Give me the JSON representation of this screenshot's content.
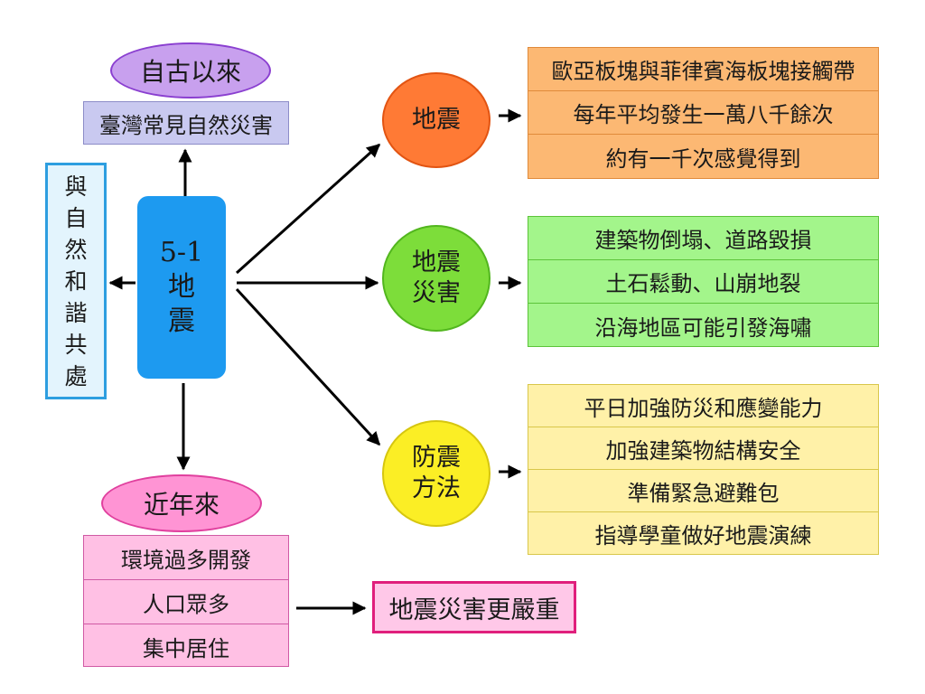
{
  "center": {
    "lines": [
      "5-1",
      "地",
      "震"
    ]
  },
  "top": {
    "oval": "自古以來",
    "box": "臺灣常見自然災害"
  },
  "left": {
    "chars": [
      "與",
      "自",
      "然",
      "和",
      "諧",
      "共",
      "處"
    ]
  },
  "bottom": {
    "oval": "近年來",
    "items": [
      "環境過多開發",
      "人口眾多",
      "集中居住"
    ],
    "result": "地震災害更嚴重"
  },
  "branches": [
    {
      "circle": [
        "地震"
      ],
      "items": [
        "歐亞板塊與菲律賓海板塊接觸帶",
        "每年平均發生一萬八千餘次",
        "約有一千次感覺得到"
      ]
    },
    {
      "circle": [
        "地震",
        "災害"
      ],
      "items": [
        "建築物倒塌、道路毀損",
        "土石鬆動、山崩地裂",
        "沿海地區可能引發海嘯"
      ]
    },
    {
      "circle": [
        "防震",
        "方法"
      ],
      "items": [
        "平日加強防災和應變能力",
        "加強建築物結構安全",
        "準備緊急避難包",
        "指導學童做好地震演練"
      ]
    }
  ],
  "colors": {
    "main": "#1d9af0",
    "branch1": "#ff7a35",
    "branch2": "#7ddd3a",
    "branch3": "#fbee25",
    "top": "#c8a0ee",
    "bottom": "#ff94d4",
    "left_border": "#2d9ee0",
    "result_border": "#e01f7c"
  }
}
